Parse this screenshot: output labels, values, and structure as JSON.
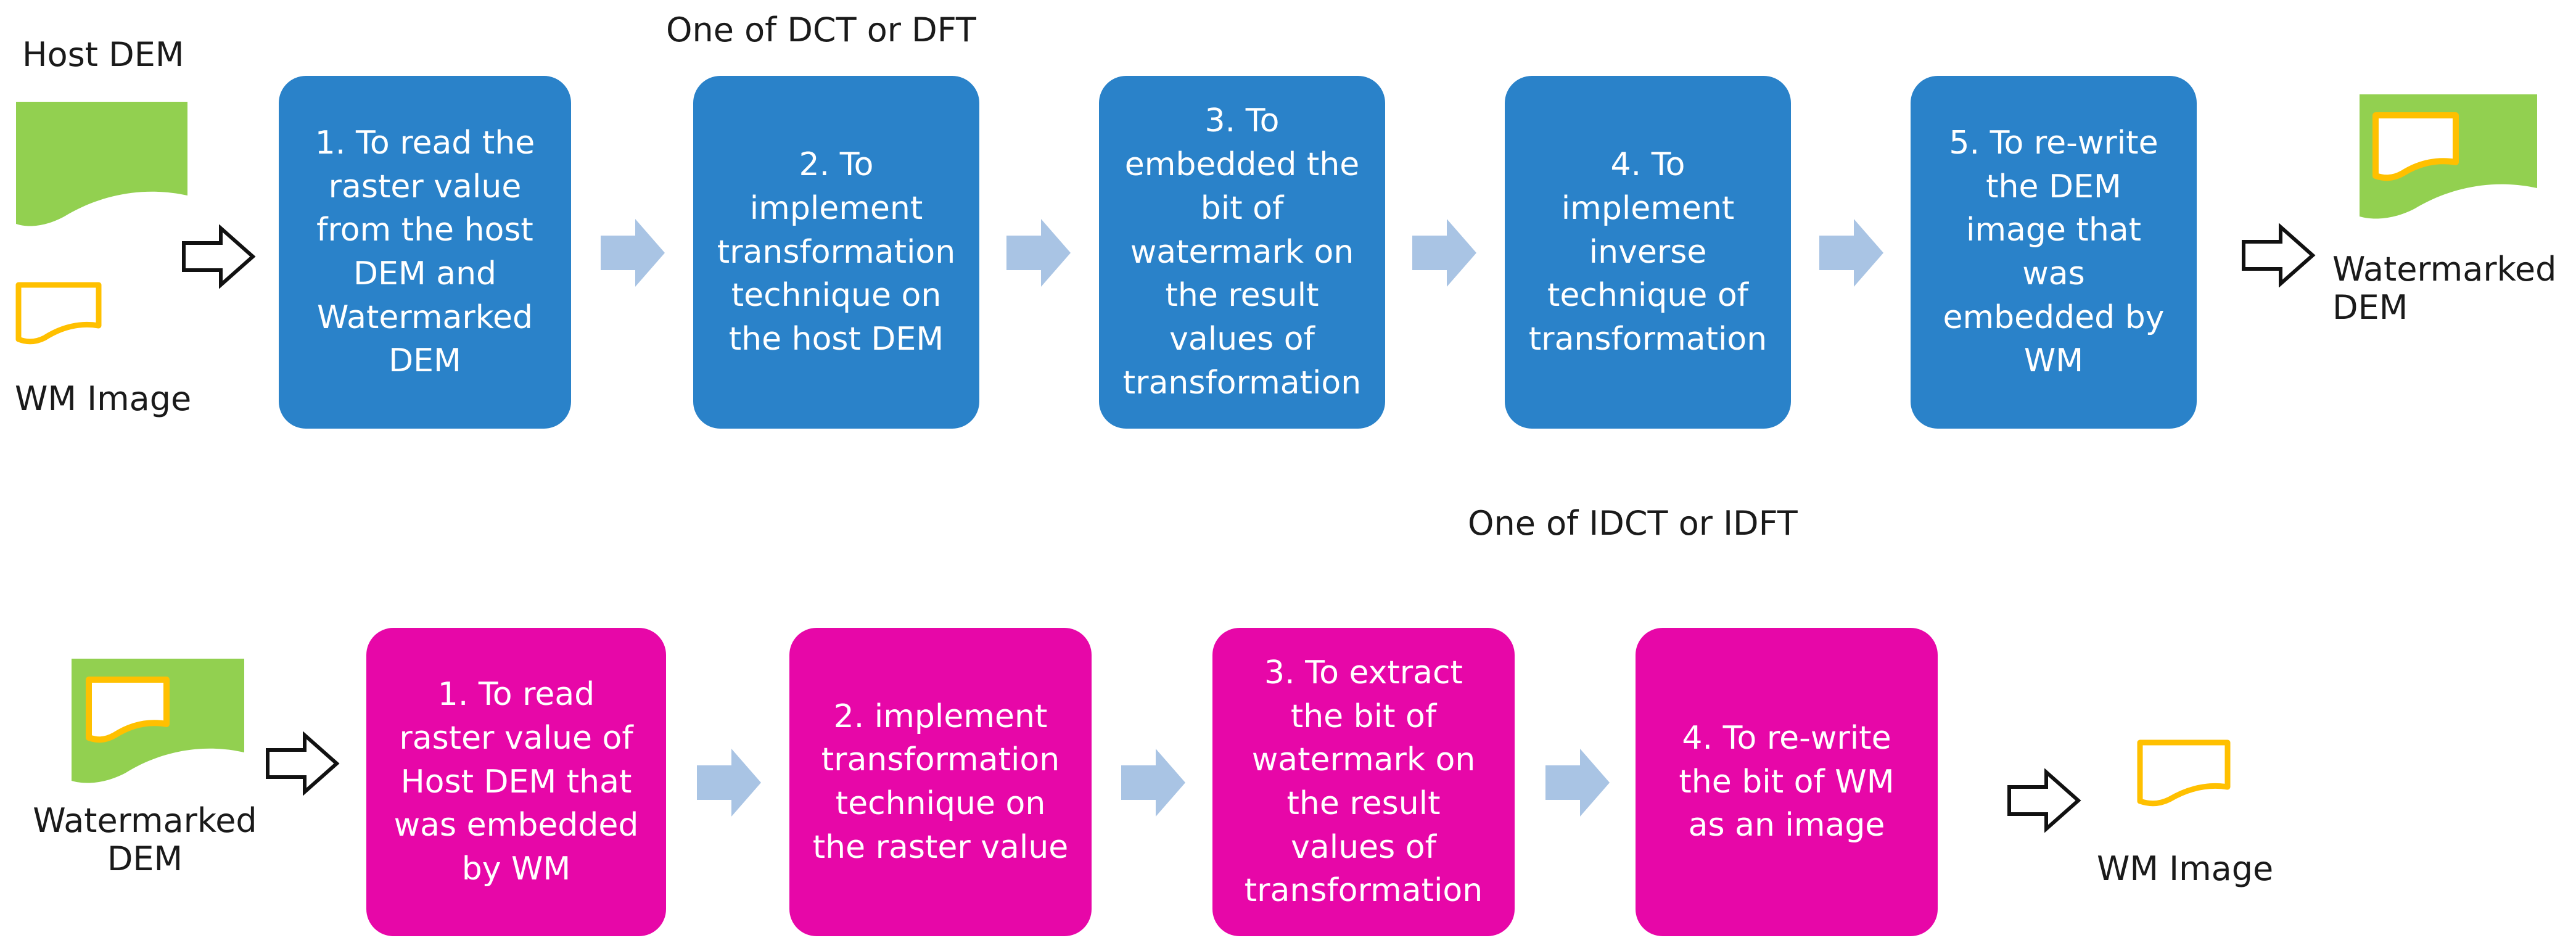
{
  "embedding": {
    "input_labels": {
      "host_dem": "Host DEM",
      "wm_image": "WM Image"
    },
    "note": "One of DCT or DFT",
    "steps": [
      {
        "text": "1. To read the\nraster value\nfrom the host\nDEM and\nWatermarked\nDEM"
      },
      {
        "text": "2. To\nimplement\ntransformation\ntechnique on\nthe host DEM"
      },
      {
        "text": "3. To\nembedded the\nbit of\nwatermark on\nthe result\nvalues of\ntransformation"
      },
      {
        "text": "4. To\nimplement\ninverse\ntechnique of\ntransformation"
      },
      {
        "text": "5. To re-write\nthe DEM\nimage that\nwas\nembedded by\nWM"
      }
    ],
    "output_label": "Watermarked\nDEM"
  },
  "extraction": {
    "note": "One of IDCT or IDFT",
    "input_label": "Watermarked\nDEM",
    "steps": [
      {
        "text": "1. To read\nraster value of\nHost DEM that\nwas embedded\nby WM"
      },
      {
        "text": "2. implement\ntransformation\ntechnique on\nthe raster value"
      },
      {
        "text": "3. To extract\nthe bit of\nwatermark on\nthe result\nvalues of\ntransformation"
      },
      {
        "text": "4. To re-write\nthe bit of WM\nas an image"
      }
    ],
    "output_label": "WM Image"
  },
  "colors": {
    "embed_box": "#2a82c9",
    "extract_box": "#e707a8",
    "dem_green": "#92d050",
    "wm_yellow": "#ffc000",
    "flow_arrow": "#a9c4e4"
  },
  "icons": {
    "dem": "green-document-shape",
    "wm": "yellow-outline-document-shape",
    "flow": "light-blue-block-arrow",
    "io": "outline-arrow"
  }
}
